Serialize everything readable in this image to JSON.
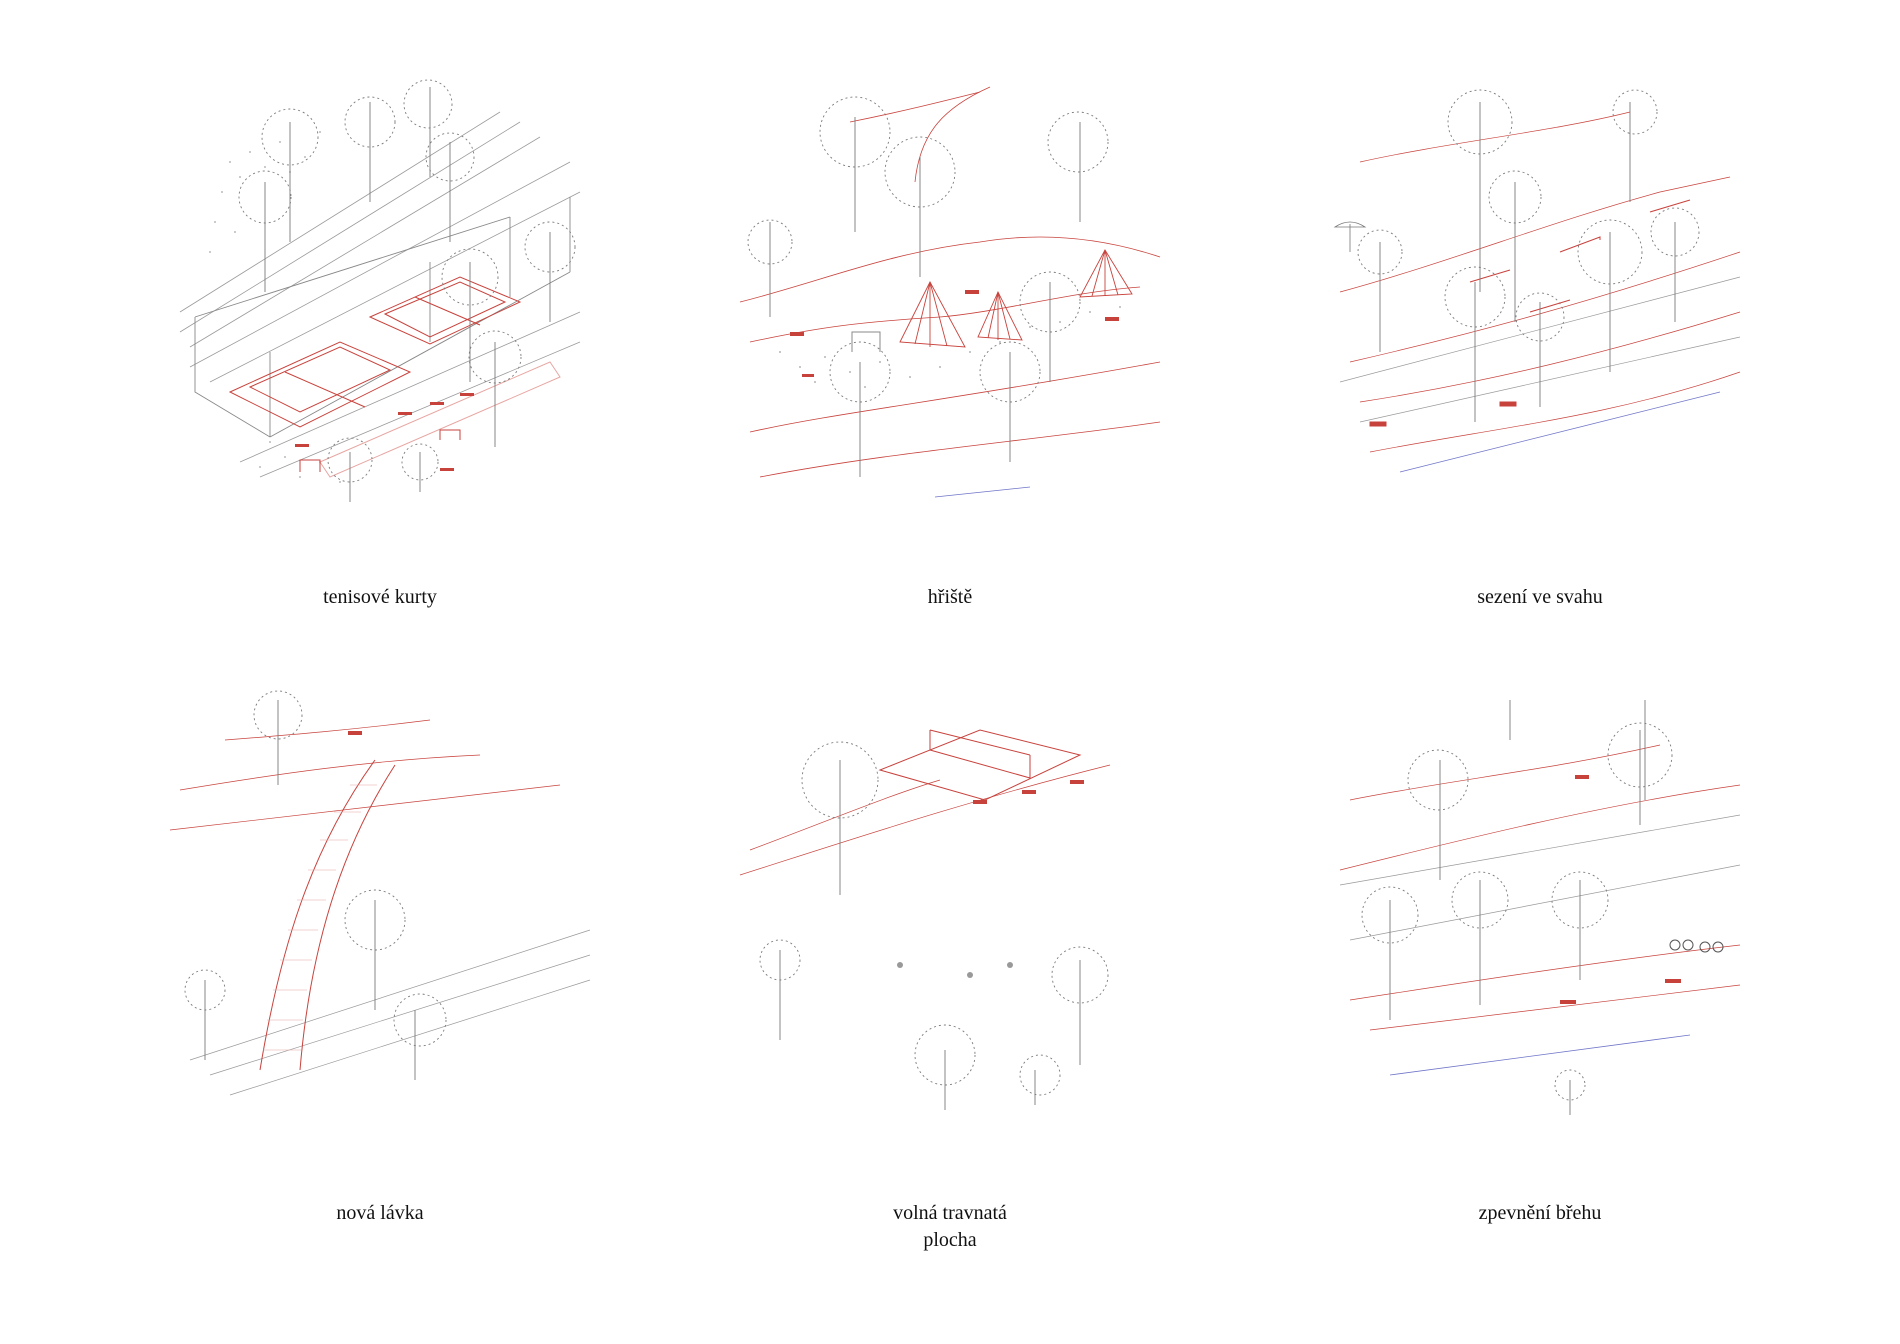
{
  "colors": {
    "accent": "#c8423c",
    "pale_accent": "#e7a6a2",
    "ink": "#8a8a8a",
    "water": "#6e74c8",
    "text": "#111111"
  },
  "panels": [
    {
      "lines": [
        "tenisové kurty"
      ]
    },
    {
      "lines": [
        "hřiště"
      ]
    },
    {
      "lines": [
        "sezení ve svahu"
      ]
    },
    {
      "lines": [
        "nová lávka"
      ]
    },
    {
      "lines": [
        "volná travnatá",
        "plocha"
      ]
    },
    {
      "lines": [
        "zpevnění břehu"
      ]
    }
  ]
}
